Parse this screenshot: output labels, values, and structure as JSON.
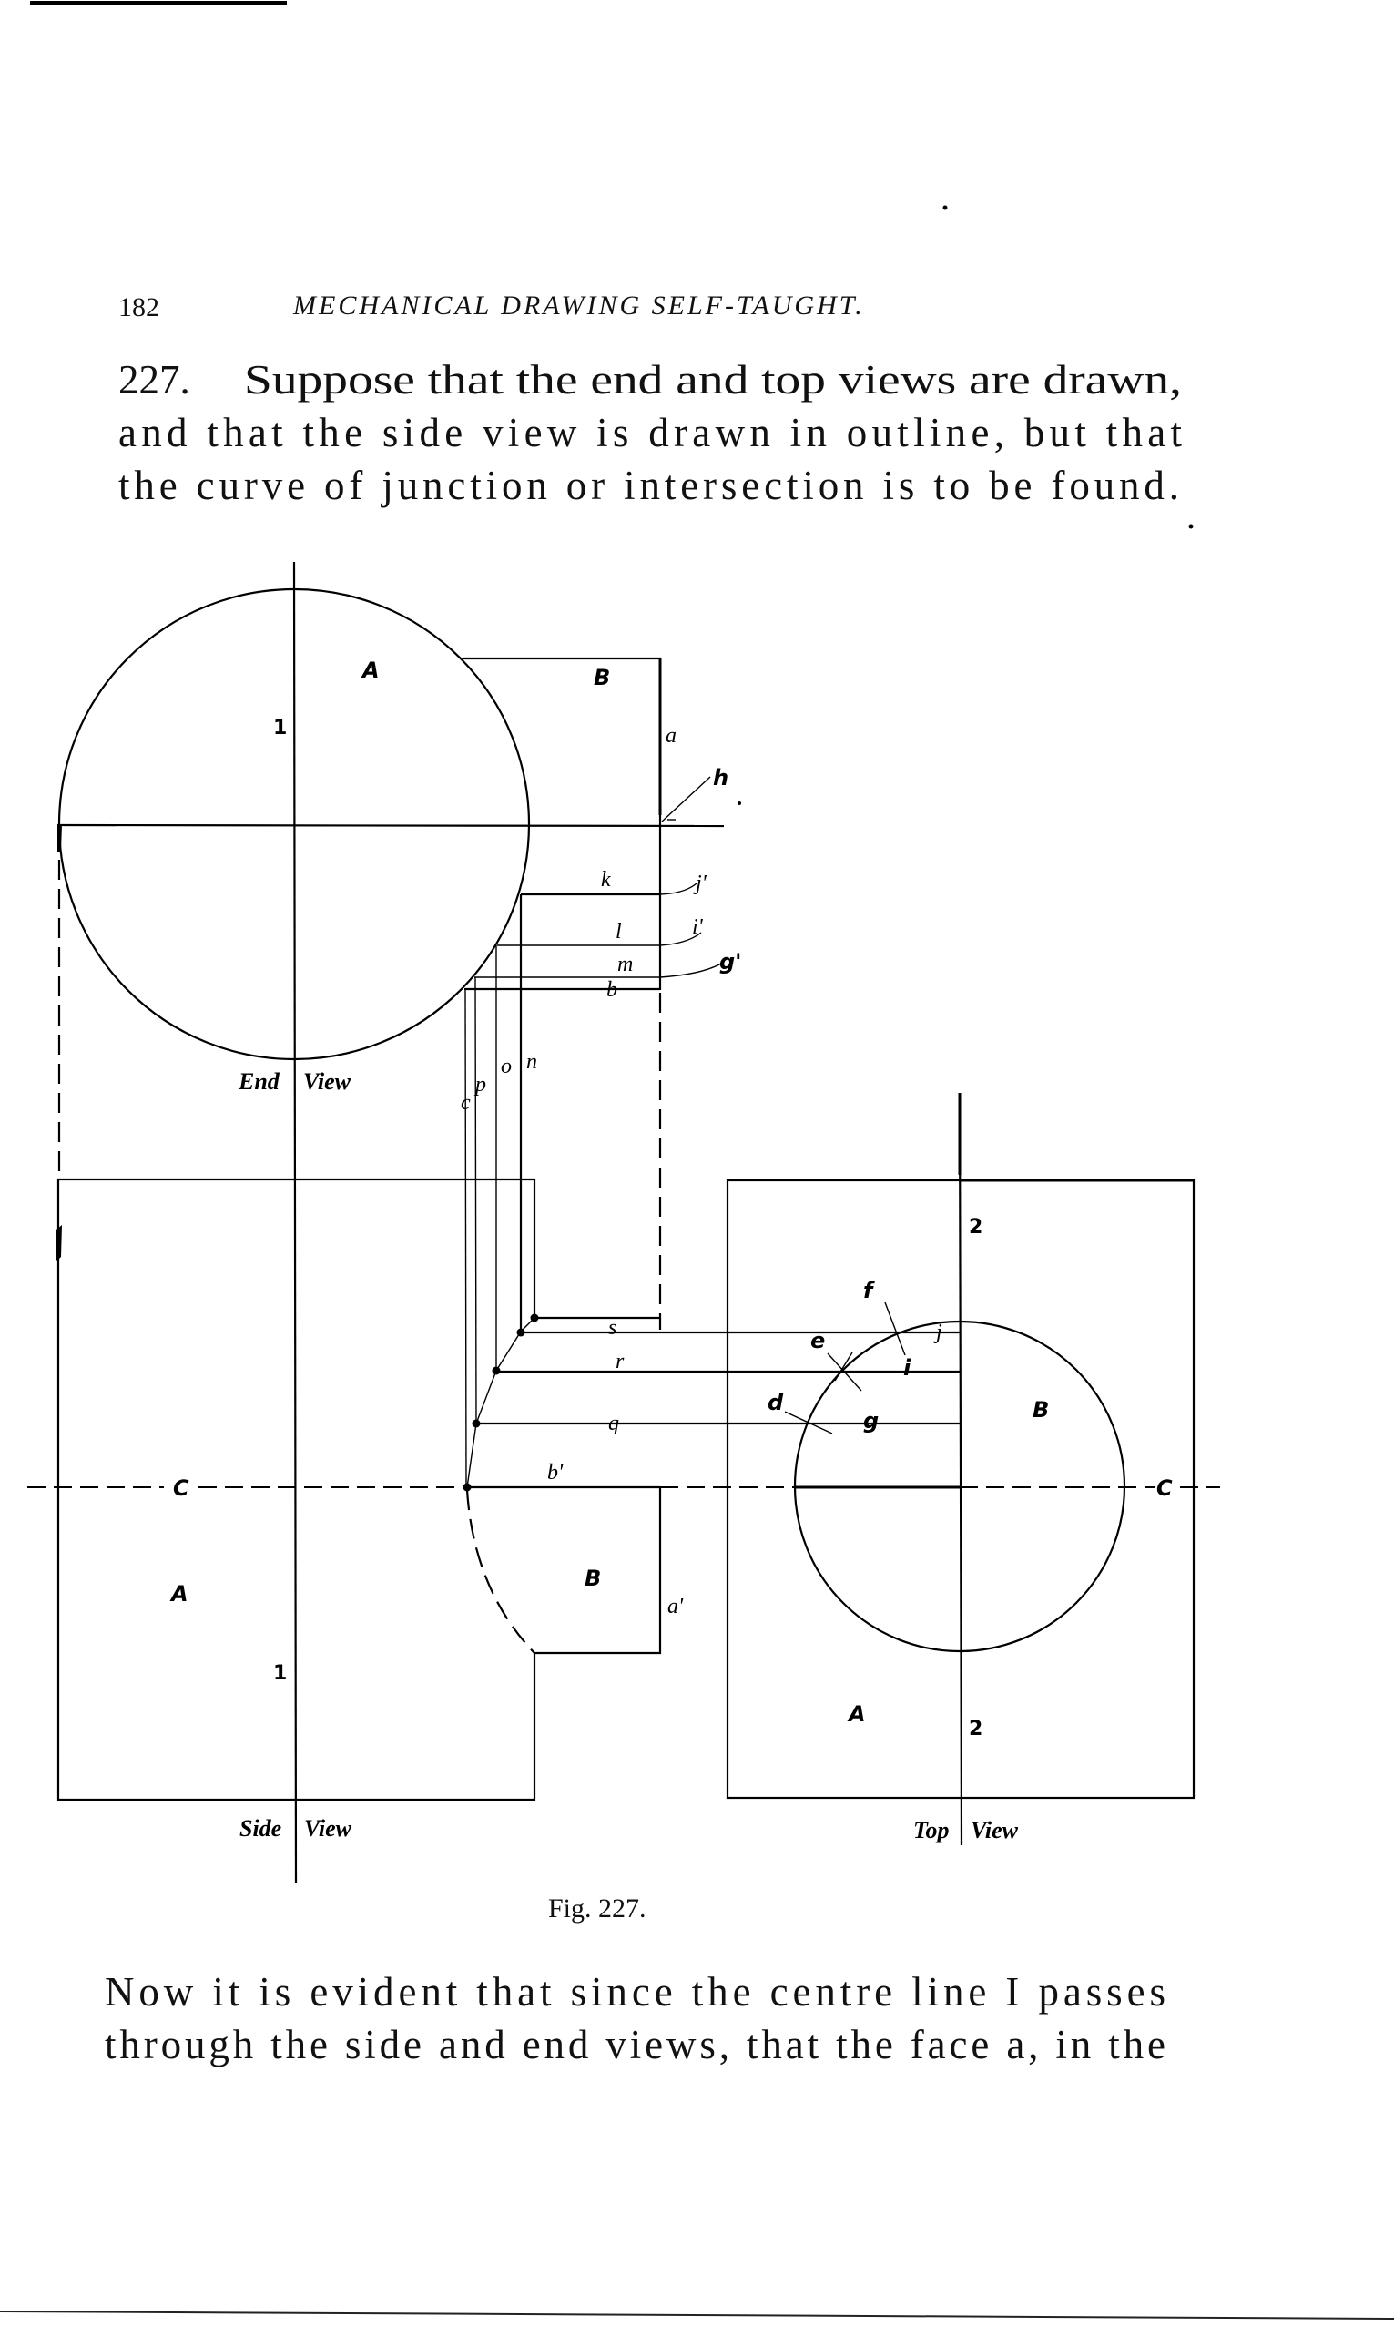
{
  "page": {
    "page_number": "182",
    "running_head": "MECHANICAL DRAWING SELF-TAUGHT.",
    "paragraph_top": {
      "number": "227.",
      "lines": [
        "Suppose that the end and top views are drawn,",
        "and that the side view is drawn in outline, but that",
        "the curve of junction or intersection is to be found."
      ]
    },
    "figure_caption": "Fig. 227.",
    "paragraph_bottom": {
      "lines": [
        "Now it is evident that since the centre line I passes",
        "through the side and end views, that the face a, in the"
      ]
    }
  },
  "figure": {
    "views": {
      "end_view": {
        "label_left": "End",
        "label_right": "View",
        "part_a": "A",
        "part_b": "B",
        "centre_line": "1"
      },
      "side_view": {
        "label_left": "Side",
        "label_right": "View",
        "part_a": "A",
        "part_b": "B",
        "centre_line": "1"
      },
      "top_view": {
        "label_left": "Top",
        "label_right": "View",
        "part_a": "A",
        "part_b": "B",
        "centre_line_top": "2",
        "centre_line_bottom": "2"
      }
    },
    "centre_line_c": {
      "left": "C",
      "right": "C"
    },
    "point_labels": {
      "a": "a",
      "a_prime": "a'",
      "b": "b",
      "b_prime": "b'",
      "c": "c",
      "d": "d",
      "e": "e",
      "f": "f",
      "g": "g",
      "g_prime": "g'",
      "h": "h",
      "i": "i",
      "i_prime": "i'",
      "j": "j",
      "j_prime": "j'",
      "k": "k",
      "l": "l",
      "m": "m",
      "n": "n",
      "o": "o",
      "p": "p",
      "q": "q",
      "r": "r",
      "s": "s"
    }
  }
}
